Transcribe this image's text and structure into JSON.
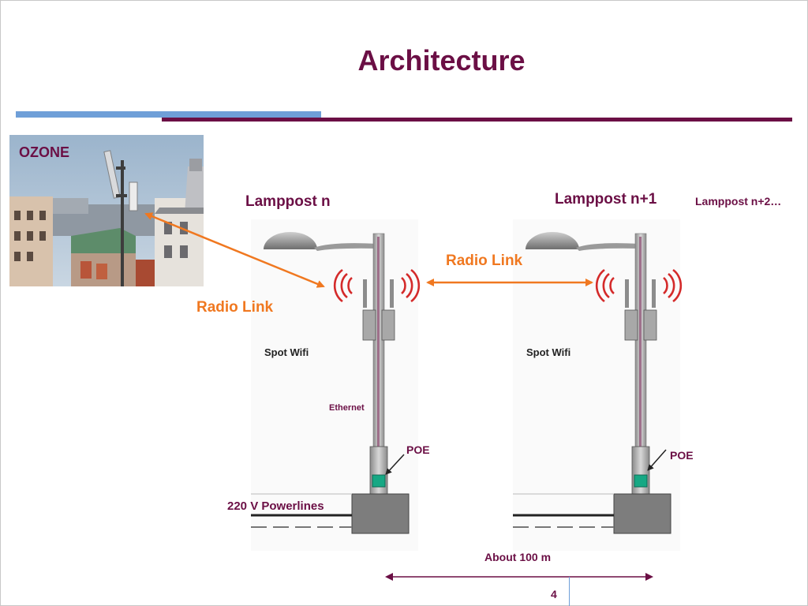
{
  "slide": {
    "title": "Architecture",
    "page_number": "4"
  },
  "photo": {
    "label": "OZONE"
  },
  "lampposts": {
    "n_label": "Lamppost n",
    "n1_label": "Lamppost n+1",
    "n2_label": "Lamppost n+2…",
    "spot_wifi_label": "Spot Wifi"
  },
  "links": {
    "radio_link_left": "Radio Link",
    "radio_link_middle": "Radio Link",
    "ethernet": "Ethernet",
    "poe_left": "POE",
    "poe_right": "POE",
    "powerlines": "220 V Powerlines",
    "distance": "About 100 m"
  },
  "colors": {
    "title": "#6b0f45",
    "accent_orange": "#f07820",
    "rule_blue": "#6f9fd8",
    "wifi_red": "#d42a2a",
    "poe_box": "#16a884"
  }
}
